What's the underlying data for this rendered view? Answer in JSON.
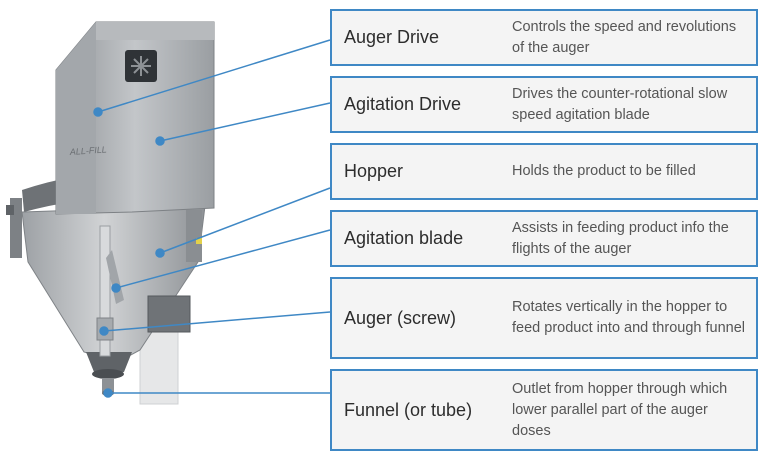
{
  "components": [
    {
      "name": "Auger Drive",
      "description": "Controls the speed and revolutions of the auger"
    },
    {
      "name": "Agitation Drive",
      "description": "Drives the counter-rotational slow speed agitation blade"
    },
    {
      "name": "Hopper",
      "description": "Holds the product to be filled"
    },
    {
      "name": "Agitation blade",
      "description": "Assists in feeding product info the flights of the auger"
    },
    {
      "name": "Auger (screw)",
      "description": "Rotates vertically in the hopper to feed product into and through funnel"
    },
    {
      "name": "Funnel (or tube)",
      "description": "Outlet from hopper through which lower parallel part of the auger doses"
    }
  ],
  "logo_text": "ALL-FILL",
  "colors": {
    "accent": "#3f88c5",
    "box_fill": "#f4f4f4",
    "machine": "#a9adb1"
  }
}
